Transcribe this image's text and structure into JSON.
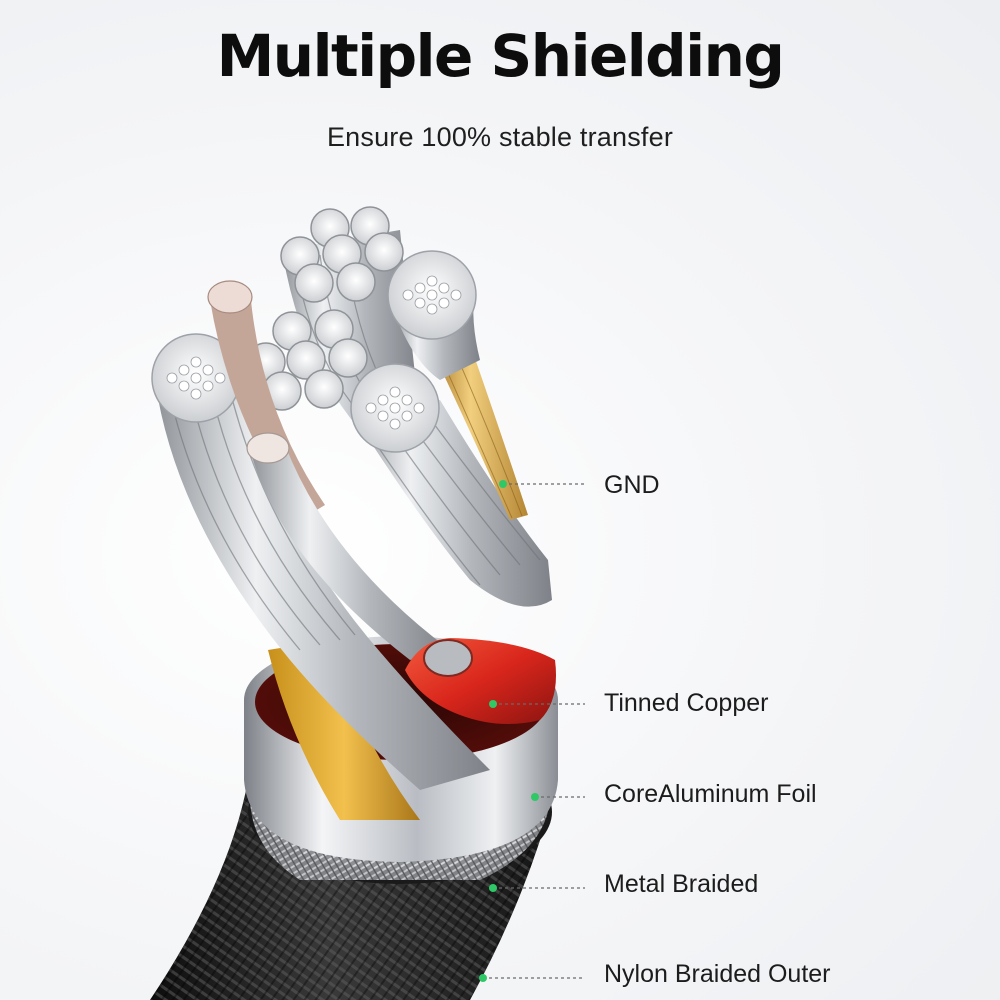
{
  "header": {
    "title": "Multiple Shielding",
    "subtitle": "Ensure 100% stable transfer"
  },
  "callouts": [
    {
      "label": "GND"
    },
    {
      "label": "Tinned Copper"
    },
    {
      "label": "CoreAluminum Foil"
    },
    {
      "label": "Metal Braided"
    },
    {
      "label": "Nylon Braided Outer"
    }
  ],
  "colors": {
    "marker": "#2ec866",
    "leader_line": "#6a6a6a",
    "tinned_copper": "#d9261c",
    "gnd_gold": "#d6a84a",
    "aluminum_foil": "#c9cdd2",
    "nylon_braid": "#1e1e1e"
  }
}
